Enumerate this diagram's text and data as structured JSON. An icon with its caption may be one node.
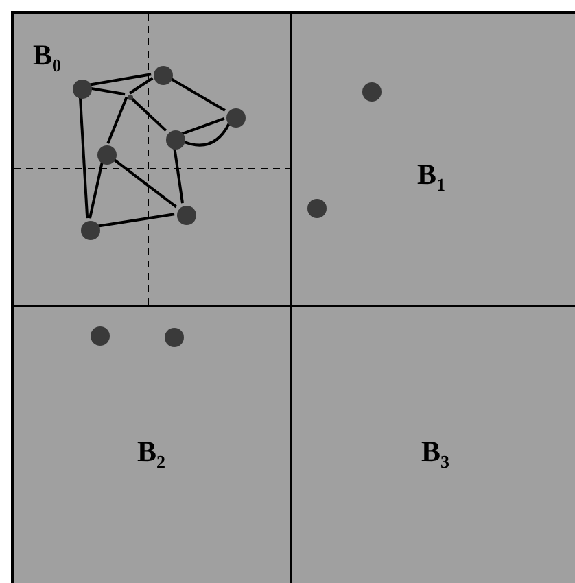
{
  "diagram": {
    "nodes": [
      {
        "text": [
          "B$_{0}$"
        ]
      },
      {
        "text": [],
        "shape": "circle",
        "in": 0
      },
      {
        "text": [],
        "shape": "circle",
        "in": 0
      },
      {
        "text": [],
        "shape": "point",
        "in": 0
      },
      {
        "text": [],
        "shape": "circle",
        "in": 0
      },
      {
        "text": [],
        "shape": "circle",
        "in": 0
      },
      {
        "text": [],
        "shape": "circle",
        "in": 0
      },
      {
        "text": [],
        "shape": "circle",
        "in": 0
      },
      {
        "text": [],
        "shape": "circle",
        "in": 0
      },
      {
        "text": [
          "B$_{1}$"
        ]
      },
      {
        "text": [],
        "shape": "circle",
        "in": 9
      },
      {
        "text": [],
        "shape": "circle",
        "in": 9
      },
      {
        "text": [
          "B$_{2}$"
        ]
      },
      {
        "text": [],
        "shape": "circle",
        "in": 12
      },
      {
        "text": [],
        "shape": "circle",
        "in": 12
      },
      {
        "text": [
          "B$_{3}$"
        ]
      }
    ],
    "edges": [
      {
        "from": 1,
        "to": 2,
        "arrow": "none"
      },
      {
        "from": 1,
        "to": 3,
        "arrow": "none"
      },
      {
        "from": 3,
        "to": 2,
        "arrow": "none"
      },
      {
        "from": 3,
        "to": 5,
        "arrow": "none"
      },
      {
        "from": 3,
        "to": 6,
        "arrow": "none"
      },
      {
        "from": 6,
        "to": 8,
        "arrow": "none"
      },
      {
        "from": 1,
        "to": 8,
        "arrow": "none"
      },
      {
        "from": 8,
        "to": 7,
        "arrow": "none"
      },
      {
        "from": 6,
        "to": 7,
        "arrow": "none"
      },
      {
        "from": 5,
        "to": 7,
        "arrow": "none"
      },
      {
        "from": 2,
        "to": 4,
        "arrow": "none"
      },
      {
        "from": 5,
        "to": 4,
        "arrow": "none"
      },
      {
        "from": 5,
        "to": 4,
        "arrow": "none"
      }
    ]
  }
}
